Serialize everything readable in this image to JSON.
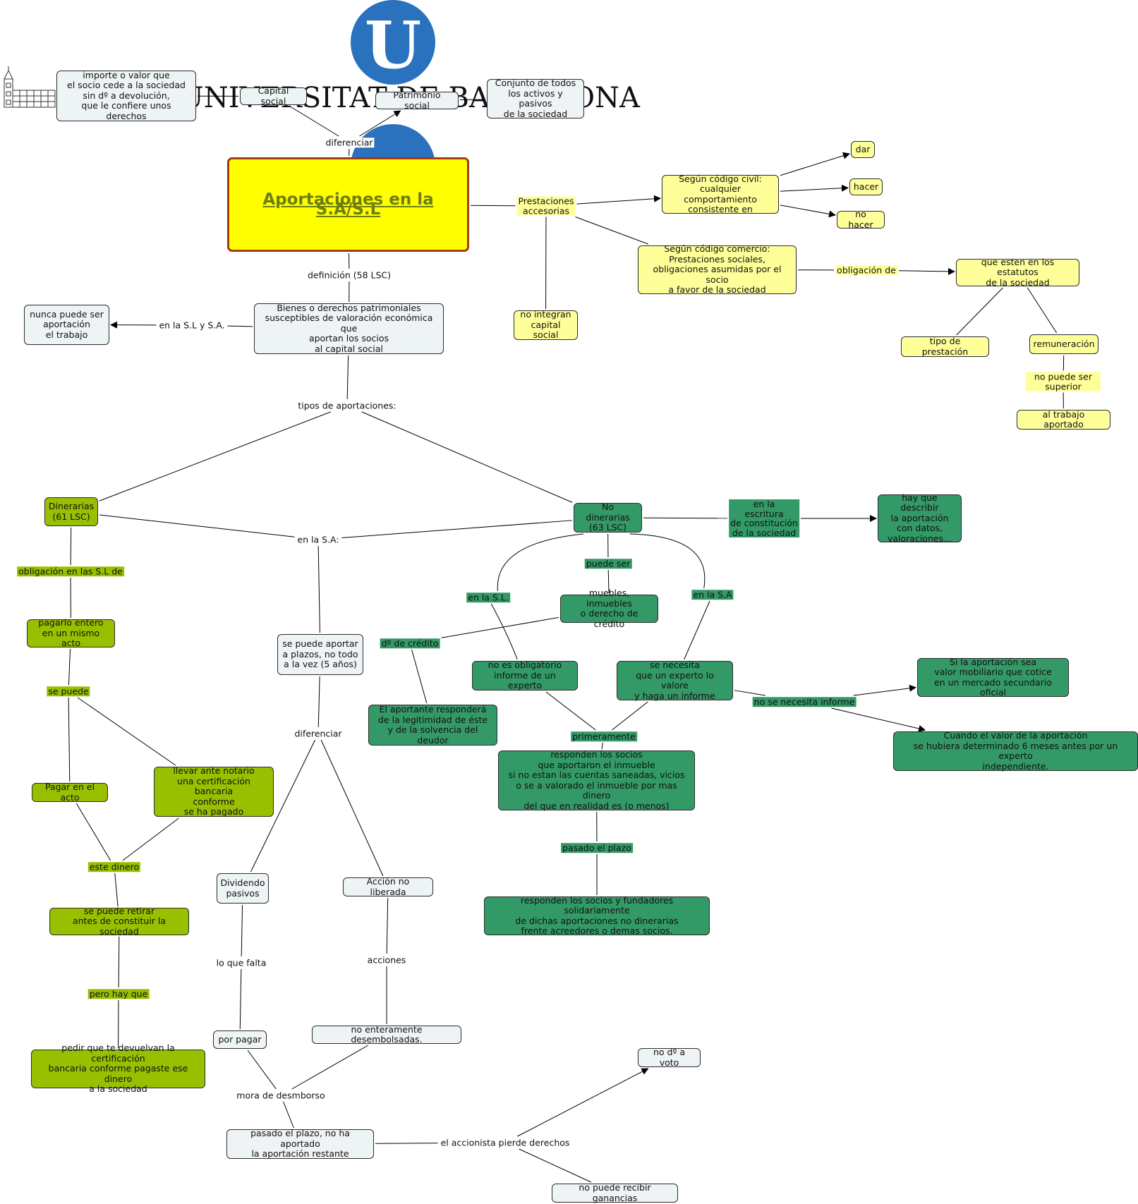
{
  "logo": {
    "text": "UNIVERSITAT DE BARCELONA",
    "letter": "U"
  },
  "title": "Aportaciones en la S.A/S.L",
  "colors": {
    "white": "#eef3f6",
    "yellow": "#ffff99",
    "lime": "#99c000",
    "green": "#339966",
    "main": "#ffff00",
    "main_border": "#a23b12"
  },
  "nodes": [
    {
      "id": "main",
      "text": "Aportaciones en la S.A/S.L",
      "style": "main"
    },
    {
      "id": "importe",
      "text": "importe o valor que\nel socio cede a la sociedad\nsin dº a devolución,\nque le confiere unos derechos",
      "style": "white"
    },
    {
      "id": "capital",
      "text": "Capital social",
      "style": "white"
    },
    {
      "id": "patrimonio",
      "text": "Patrimonio social",
      "style": "white"
    },
    {
      "id": "conjunto",
      "text": "Conjunto de todos\nlos activos y pasivos\nde la sociedad",
      "style": "white"
    },
    {
      "id": "bienes",
      "text": "Bienes o derechos patrimoniales\nsusceptibles de valoración económica que\naportan los socios\nal capital social",
      "style": "white"
    },
    {
      "id": "nunca",
      "text": "nunca puede ser\naportación\nel trabajo",
      "style": "white"
    },
    {
      "id": "civil",
      "text": "Según código civil:\ncualquier comportamiento\nconsistente en",
      "style": "yellow"
    },
    {
      "id": "dar",
      "text": "dar",
      "style": "yellow"
    },
    {
      "id": "hacer",
      "text": "hacer",
      "style": "yellow"
    },
    {
      "id": "nohacer",
      "text": "no hacer",
      "style": "yellow"
    },
    {
      "id": "comercio",
      "text": "Según código comercio:\nPrestaciones sociales,\nobligaciones asumidas por el socio\na favor de la sociedad",
      "style": "yellow"
    },
    {
      "id": "estatutos",
      "text": "que esten en los estatutos\nde la sociedad",
      "style": "yellow"
    },
    {
      "id": "tipo",
      "text": "tipo de prestación",
      "style": "yellow"
    },
    {
      "id": "remun",
      "text": "remuneración",
      "style": "yellow"
    },
    {
      "id": "trabajo",
      "text": "al trabajo aportado",
      "style": "yellow"
    },
    {
      "id": "nointegran",
      "text": "no integran\ncapital social",
      "style": "yellow"
    },
    {
      "id": "dinerarias",
      "text": "Dinerarias\n(61 LSC)",
      "style": "lime"
    },
    {
      "id": "pagarlo",
      "text": "pagarlo entero\nen un mismo acto",
      "style": "lime"
    },
    {
      "id": "pagaracto",
      "text": "Pagar en el acto",
      "style": "lime"
    },
    {
      "id": "llevar",
      "text": "llevar ante notario\nuna certificación bancaria\nconforme\nse ha pagado",
      "style": "lime"
    },
    {
      "id": "retirar",
      "text": "se puede retirar\nantes de constituir la sociedad",
      "style": "lime"
    },
    {
      "id": "pedir",
      "text": "pedir que te devuelvan la certificación\nbancaria conforme pagaste ese dinero\na la sociedad",
      "style": "lime"
    },
    {
      "id": "plazos",
      "text": "se puede aportar\na plazos, no todo\na la vez (5 años)",
      "style": "white"
    },
    {
      "id": "dividendo",
      "text": "Dividendo\npasivos",
      "style": "white"
    },
    {
      "id": "accion",
      "text": "Acción no liberada",
      "style": "white"
    },
    {
      "id": "porpagar",
      "text": "por pagar",
      "style": "white"
    },
    {
      "id": "noentera",
      "text": "no enteramente desembolsadas.",
      "style": "white"
    },
    {
      "id": "pasado",
      "text": "pasado el plazo, no ha aportado\nla aportación restante",
      "style": "white"
    },
    {
      "id": "novoto",
      "text": "no dº a voto",
      "style": "white"
    },
    {
      "id": "noganancias",
      "text": "no puede recibir ganancias",
      "style": "white"
    },
    {
      "id": "nodinerarias",
      "text": "No dinerarias\n(63 LSC)",
      "style": "green"
    },
    {
      "id": "describir",
      "text": "hay que describir\nla aportación\ncon datos,\nvaloraciones...",
      "style": "green"
    },
    {
      "id": "muebles",
      "text": "muebles, inmuebles\no derecho de crédito",
      "style": "green"
    },
    {
      "id": "aportante",
      "text": "El aportante responderá\nde la legitimidad de éste\ny de la solvencia del deudor",
      "style": "green"
    },
    {
      "id": "noobligatorio",
      "text": "no es obligatorio\ninforme de un experto",
      "style": "green"
    },
    {
      "id": "necesita",
      "text": "se necesita\nque un experto lo valore\ny haga un informe",
      "style": "green"
    },
    {
      "id": "sivalor",
      "text": "Si la aportación sea\nvalor mobiliario que cotice\nen un mercado secundario oficial",
      "style": "green"
    },
    {
      "id": "cuando",
      "text": "Cuando el valor de la aportación\nse hubiera determinado 6 meses antes por un experto\nindependiente.",
      "style": "green"
    },
    {
      "id": "responden",
      "text": "responden los socios\nque aportaron el inmueble\nsi no estan las cuentas saneadas, vicios\no se a valorado el inmueble por mas dinero\ndel que en realidad es (o menos)",
      "style": "green"
    },
    {
      "id": "fundadores",
      "text": "responden los socios y fundadores solidariamente\nde dichas aportaciones no dinerarias\nfrente acreedores o demas socios.",
      "style": "green"
    }
  ],
  "labels": [
    {
      "id": "diferenciar1",
      "text": "diferenciar",
      "style": "plain"
    },
    {
      "id": "definicion",
      "text": "definición (58 LSC)",
      "style": "plain"
    },
    {
      "id": "enlasl",
      "text": "en la S.L y S.A.",
      "style": "plain"
    },
    {
      "id": "prestaciones",
      "text": "Prestaciones\naccesorias",
      "style": "yellow"
    },
    {
      "id": "obligacion",
      "text": "obligación de",
      "style": "yellow"
    },
    {
      "id": "nosuperior",
      "text": "no puede ser superior",
      "style": "yellow"
    },
    {
      "id": "tipos",
      "text": "tipos de aportaciones:",
      "style": "plain"
    },
    {
      "id": "enlasa",
      "text": "en la S.A:",
      "style": "plain"
    },
    {
      "id": "obligsl",
      "text": "obligación en las S.L de",
      "style": "lime"
    },
    {
      "id": "sepuede",
      "text": "se puede",
      "style": "lime"
    },
    {
      "id": "estedinero",
      "text": "este dinero",
      "style": "lime"
    },
    {
      "id": "perohay",
      "text": "pero hay que",
      "style": "lime"
    },
    {
      "id": "diferenciar2",
      "text": "diferenciar",
      "style": "plain"
    },
    {
      "id": "loquefalta",
      "text": "lo que falta",
      "style": "plain"
    },
    {
      "id": "acciones",
      "text": "acciones",
      "style": "plain"
    },
    {
      "id": "mora",
      "text": "mora de desmborso",
      "style": "plain"
    },
    {
      "id": "pierde",
      "text": "el accionista pierde derechos",
      "style": "plain"
    },
    {
      "id": "escritura",
      "text": "en la\nescritura\nde constitución\nde la sociedad",
      "style": "green"
    },
    {
      "id": "puedeser",
      "text": "puede ser",
      "style": "green"
    },
    {
      "id": "enlasl2",
      "text": "en la S.L.",
      "style": "green"
    },
    {
      "id": "enlasa2",
      "text": "en la S.A",
      "style": "green"
    },
    {
      "id": "dcredito",
      "text": "dº de crédito",
      "style": "green"
    },
    {
      "id": "nonecesita",
      "text": "no se necesita informe",
      "style": "green"
    },
    {
      "id": "primeramente",
      "text": "primeramente",
      "style": "green"
    },
    {
      "id": "pasadoplazo",
      "text": "pasado el plazo",
      "style": "green"
    }
  ]
}
